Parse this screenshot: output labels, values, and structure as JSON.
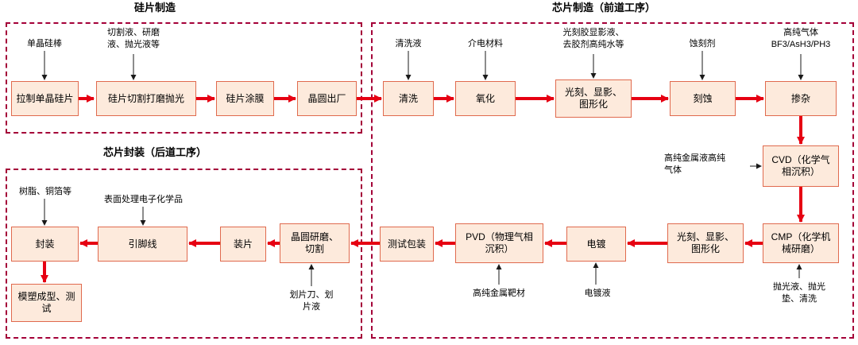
{
  "sections": {
    "wafer": {
      "title": "硅片制造"
    },
    "front": {
      "title": "芯片制造（前道工序）"
    },
    "back": {
      "title": "芯片封装（后道工序）"
    }
  },
  "nodes": {
    "pull_ingot": "拉制单晶硅片",
    "wafer_cut": "硅片切割打磨抛光",
    "wafer_coat": "硅片涂膜",
    "wafer_ship": "晶圆出厂",
    "clean": "清洗",
    "oxidation": "氧化",
    "litho_1": "光刻、显影、\n图形化",
    "etch": "刻蚀",
    "doping": "掺杂",
    "cvd": "CVD（化学气\n相沉积）",
    "cmp": "CMP（化学机\n械研磨）",
    "litho_2": "光刻、显影、\n图形化",
    "plating": "电镀",
    "pvd": "PVD（物理气相\n沉积）",
    "test_pack": "测试包装",
    "grind_dice": "晶圆研磨、\n切割",
    "die_attach": "装片",
    "lead_wire": "引脚线",
    "encapsulation": "封装",
    "molding": "模塑成型、测\n试"
  },
  "annotations": {
    "ingot": "单晶硅棒",
    "cut_fluids": "切割液、研磨\n液、抛光液等",
    "clean_fluid": "清洗液",
    "dielectric": "介电材料",
    "photoresist_fluids": "光刻胶显影液、\n去胶剂高纯水等",
    "etchant": "蚀刻剂",
    "pure_gas": "高纯气体\nBF3/AsH3/PH3",
    "metal_liquid_gas": "高纯金属液高纯\n气体",
    "polish_supplies": "抛光液、抛光\n垫、清洗",
    "plating_fluid": "电镀液",
    "metal_target": "高纯金属靶材",
    "dicing_blade": "划片刀、划\n片液",
    "resin_foil": "树脂、铜箔等",
    "surface_chem": "表面处理电子化学品"
  },
  "colors": {
    "node_fill": "#fdeadc",
    "node_border": "#e06a4e",
    "flow_arrow": "#e60012",
    "supply_arrow": "#1a1a1a",
    "section_border": "#a40038"
  }
}
